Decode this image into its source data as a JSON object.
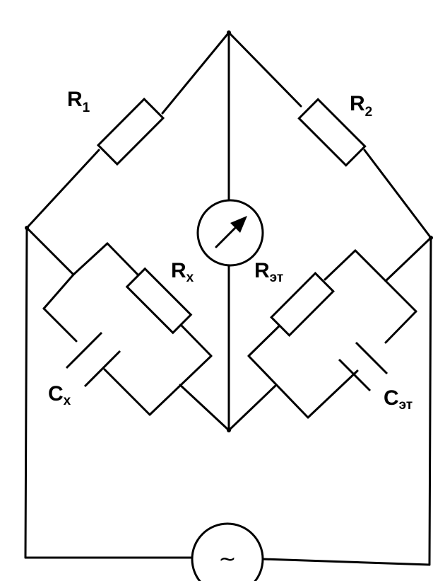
{
  "labels": {
    "r1": {
      "main": "R",
      "sub": "1"
    },
    "r2": {
      "main": "R",
      "sub": "2"
    },
    "rx": {
      "main": "R",
      "sub": "x"
    },
    "ret": {
      "main": "R",
      "sub": "эт"
    },
    "cx": {
      "main": "C",
      "sub": "x"
    },
    "cet": {
      "main": "C",
      "sub": "эт"
    }
  },
  "source_symbol": "~",
  "icons": {
    "meter": "galvanometer-icon",
    "source": "ac-source-icon"
  }
}
